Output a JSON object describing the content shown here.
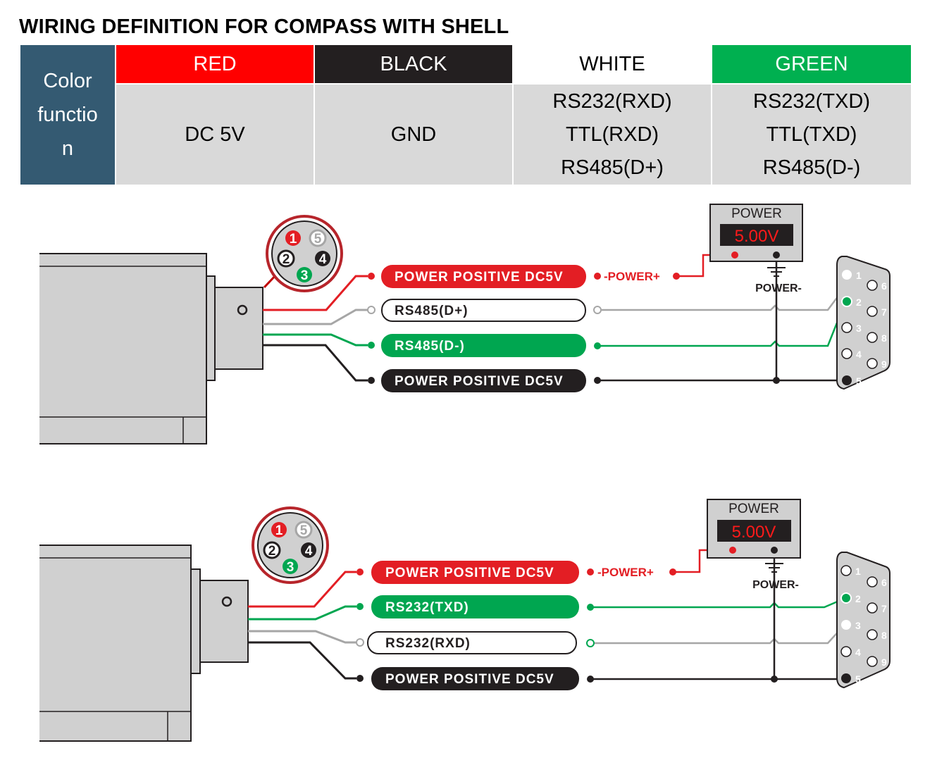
{
  "title": "WIRING DEFINITION FOR COMPASS WITH SHELL",
  "table": {
    "row_header_lines": [
      "Color",
      "functio",
      "n"
    ],
    "columns": [
      {
        "color_name": "RED",
        "bg": "#ff0000",
        "fg": "#ffffff",
        "functions": [
          "DC 5V"
        ]
      },
      {
        "color_name": "BLACK",
        "bg": "#231f20",
        "fg": "#ffffff",
        "functions": [
          "GND"
        ]
      },
      {
        "color_name": "WHITE",
        "bg": "#ffffff",
        "fg": "#000000",
        "functions": [
          "RS232(RXD)",
          "TTL(RXD)",
          "RS485(D+)"
        ]
      },
      {
        "color_name": "GREEN",
        "bg": "#00a650",
        "fg": "#ffffff",
        "functions": [
          "RS232(TXD)",
          "TTL(TXD)",
          "RS485(D-)"
        ]
      }
    ]
  },
  "colors": {
    "red": "#e31e24",
    "green": "#00a650",
    "black": "#231f20",
    "white_wire": "#a6a6a6",
    "display_red": "#ff1a1a"
  },
  "diagram1": {
    "connector_pins": [
      "1",
      "5",
      "2",
      "4",
      "3"
    ],
    "labels": [
      "POWER POSITIVE DC5V",
      "RS485(D+)",
      "RS485(D-)",
      "POWER POSITIVE DC5V"
    ],
    "power_title": "POWER",
    "power_display": "5.00V",
    "power_plus": "-POWER+",
    "power_minus": "POWER-",
    "db9_pins": [
      "1",
      "2",
      "3",
      "4",
      "5",
      "6",
      "7",
      "8",
      "9"
    ]
  },
  "diagram2": {
    "connector_pins": [
      "1",
      "5",
      "2",
      "4",
      "3"
    ],
    "labels": [
      "POWER POSITIVE DC5V",
      "RS232(TXD)",
      "RS232(RXD)",
      "POWER POSITIVE DC5V"
    ],
    "power_title": "POWER",
    "power_display": "5.00V",
    "power_plus": "-POWER+",
    "power_minus": "POWER-",
    "db9_pins": [
      "1",
      "2",
      "3",
      "4",
      "5",
      "6",
      "7",
      "8",
      "9"
    ]
  }
}
